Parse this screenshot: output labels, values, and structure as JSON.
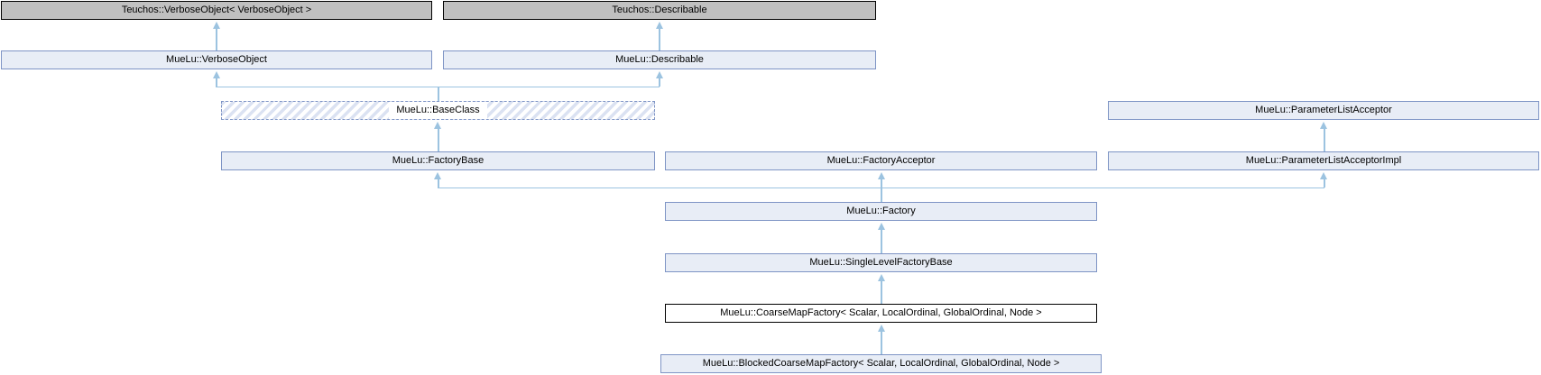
{
  "diagram": {
    "kind": "class-inheritance-graph",
    "subject": "MueLu::CoarseMapFactory< Scalar, LocalOrdinal, GlobalOrdinal, Node >"
  },
  "colors": {
    "external_box_fill": "#c0c0c0",
    "external_box_border": "#000000",
    "class_box_fill": "#e8edf6",
    "class_box_border": "#7e94c5",
    "subject_box_fill": "#ffffff",
    "subject_box_border": "#000000",
    "hatch_stripe": "#dbe2f2",
    "arrow": "#9cc3e0",
    "text": "#000000"
  },
  "nodes": [
    {
      "label": "Teuchos::VerboseObject< VerboseObject >",
      "style": "external"
    },
    {
      "label": "Teuchos::Describable",
      "style": "external"
    },
    {
      "label": "MueLu::VerboseObject",
      "style": "class"
    },
    {
      "label": "MueLu::Describable",
      "style": "class"
    },
    {
      "label": "MueLu::BaseClass",
      "style": "hatched-dashed"
    },
    {
      "label": "MueLu::ParameterListAcceptor",
      "style": "class"
    },
    {
      "label": "MueLu::FactoryBase",
      "style": "class"
    },
    {
      "label": "MueLu::FactoryAcceptor",
      "style": "class"
    },
    {
      "label": "MueLu::ParameterListAcceptorImpl",
      "style": "class"
    },
    {
      "label": "MueLu::Factory",
      "style": "class"
    },
    {
      "label": "MueLu::SingleLevelFactoryBase",
      "style": "class"
    },
    {
      "label": "MueLu::CoarseMapFactory< Scalar, LocalOrdinal, GlobalOrdinal, Node >",
      "style": "subject"
    },
    {
      "label": "MueLu::BlockedCoarseMapFactory< Scalar, LocalOrdinal, GlobalOrdinal, Node >",
      "style": "class"
    }
  ],
  "edges": [
    {
      "from": "MueLu::VerboseObject",
      "to": "Teuchos::VerboseObject< VerboseObject >"
    },
    {
      "from": "MueLu::Describable",
      "to": "Teuchos::Describable"
    },
    {
      "from": "MueLu::BaseClass",
      "to": "MueLu::VerboseObject"
    },
    {
      "from": "MueLu::BaseClass",
      "to": "MueLu::Describable"
    },
    {
      "from": "MueLu::FactoryBase",
      "to": "MueLu::BaseClass"
    },
    {
      "from": "MueLu::ParameterListAcceptorImpl",
      "to": "MueLu::ParameterListAcceptor"
    },
    {
      "from": "MueLu::Factory",
      "to": "MueLu::FactoryBase"
    },
    {
      "from": "MueLu::Factory",
      "to": "MueLu::FactoryAcceptor"
    },
    {
      "from": "MueLu::Factory",
      "to": "MueLu::ParameterListAcceptorImpl"
    },
    {
      "from": "MueLu::SingleLevelFactoryBase",
      "to": "MueLu::Factory"
    },
    {
      "from": "MueLu::CoarseMapFactory< Scalar, LocalOrdinal, GlobalOrdinal, Node >",
      "to": "MueLu::SingleLevelFactoryBase"
    },
    {
      "from": "MueLu::BlockedCoarseMapFactory< Scalar, LocalOrdinal, GlobalOrdinal, Node >",
      "to": "MueLu::CoarseMapFactory< Scalar, LocalOrdinal, GlobalOrdinal, Node >"
    }
  ]
}
